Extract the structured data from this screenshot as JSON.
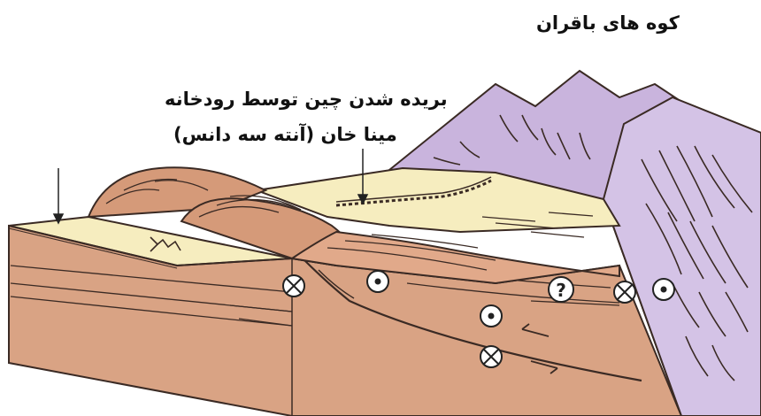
{
  "labels": {
    "mountains": "کوه های باقران",
    "river_line1": "بریده شدن چین توسط  رودخانه",
    "river_line2": "مینا خان  (آنته سه دانس)"
  },
  "symbols": {
    "into_page": "⊗",
    "out_of_page": "⊙",
    "unknown": "?"
  },
  "colors": {
    "terrace_yellow": "#f6edbf",
    "fold_brown": "#d59a79",
    "block_side": "#d9a384",
    "mountain_purple": "#c9b4dd",
    "fault_outline": "#3a2a24"
  }
}
